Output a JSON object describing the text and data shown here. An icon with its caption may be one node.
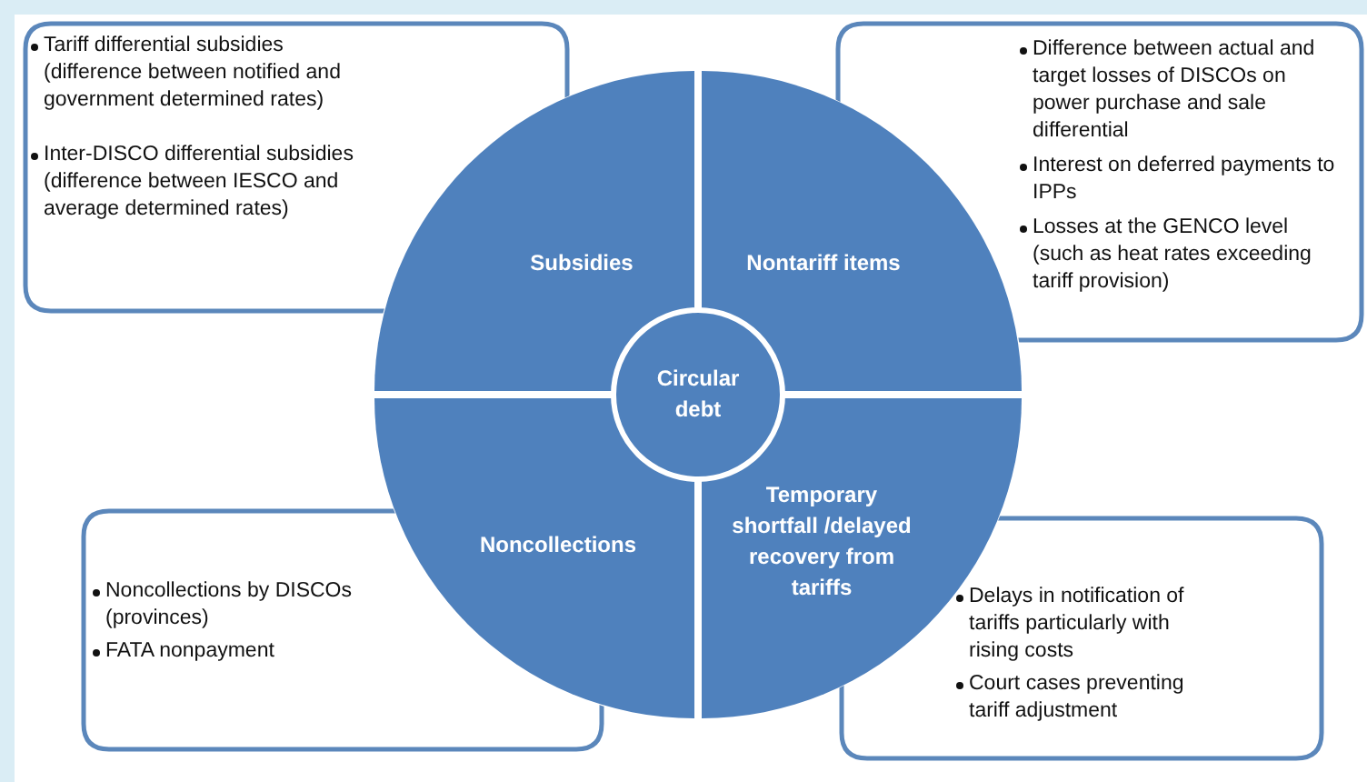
{
  "diagram": {
    "nodes": [
      {
        "text": [
          "Subsidies"
        ]
      },
      {
        "text": [
          "Nontariff items"
        ]
      },
      {
        "text": [
          "Noncollections"
        ]
      },
      {
        "text": [
          "Temporary shortfall /delayed recovery from tariffs"
        ]
      },
      {
        "text": [
          "Circular debt"
        ]
      },
      {
        "text": [
          "Tariff differential subsidies (difference between notified and government determined rates)",
          "Inter-DISCO differential subsidies (difference between IESCO and average determined rates)"
        ]
      },
      {
        "text": [
          "Difference between actual and target losses of DISCOs on power purchase and sale differential",
          "Interest on deferred payments to IPPs",
          "Losses at the GENCO level (such as heat rates exceeding tariff provision)"
        ]
      },
      {
        "text": [
          "Noncollections by DISCOs (provinces)",
          "FATA nonpayment"
        ]
      },
      {
        "text": [
          "Delays in notification of tariffs particularly with rising costs",
          "Court cases preventing tariff adjustment"
        ]
      }
    ]
  }
}
